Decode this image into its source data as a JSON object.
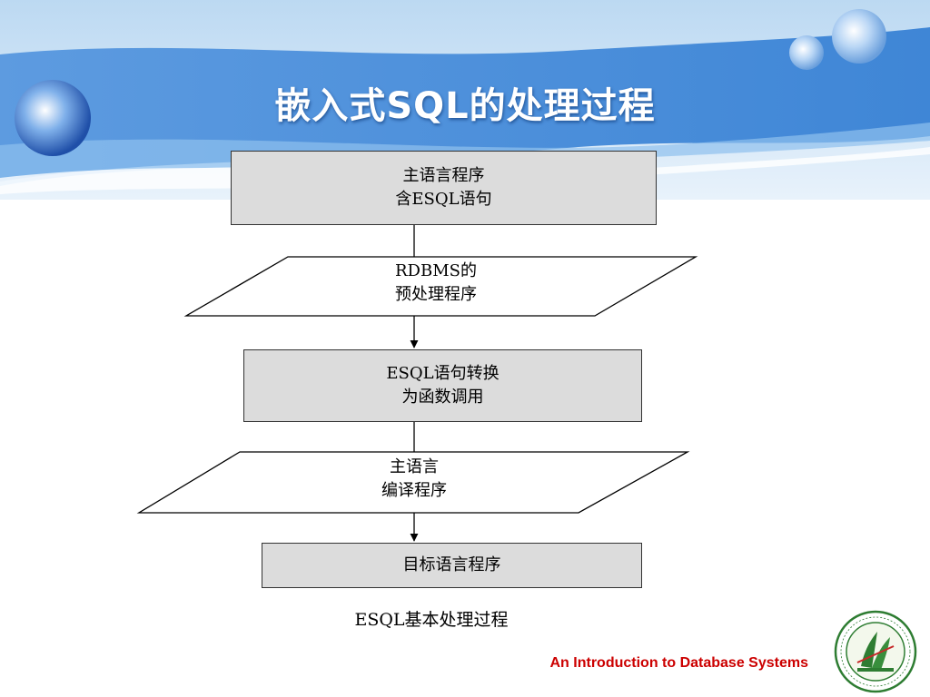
{
  "slide": {
    "title": "嵌入式SQL的处理过程",
    "caption": "ESQL基本处理过程",
    "footer": "An Introduction to Database Systems"
  },
  "flowchart": {
    "steps": [
      {
        "shape": "rectangle",
        "lines": [
          "主语言程序",
          "含ESQL语句"
        ]
      },
      {
        "shape": "parallelogram",
        "lines": [
          "RDBMS的",
          "预处理程序"
        ]
      },
      {
        "shape": "rectangle",
        "lines": [
          "ESQL语句转换",
          "为函数调用"
        ]
      },
      {
        "shape": "parallelogram",
        "lines": [
          "主语言",
          "编译程序"
        ]
      },
      {
        "shape": "rectangle",
        "lines": [
          "目标语言程序"
        ]
      }
    ]
  },
  "colors": {
    "banner_blue": "#4a8fd8",
    "box_fill": "#dcdcdc",
    "footer_red": "#cc0000",
    "logo_green": "#2e7d32"
  },
  "logo": {
    "icon": "college-seal-icon"
  }
}
